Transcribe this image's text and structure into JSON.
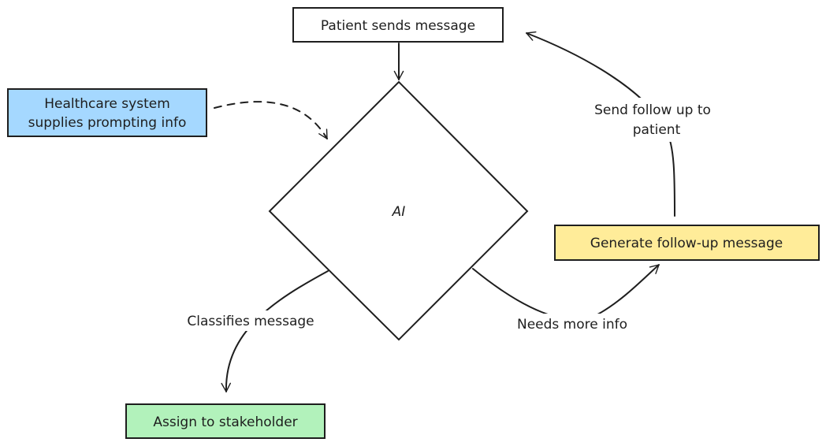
{
  "nodes": {
    "patient_message": {
      "label": "Patient sends message",
      "fill": "#ffffff"
    },
    "healthcare_system": {
      "label_lines": [
        "Healthcare system",
        "supplies prompting info"
      ],
      "fill": "#a5d8ff"
    },
    "ai": {
      "label": "AI",
      "fill": "#ffffff"
    },
    "generate_followup": {
      "label": "Generate follow-up message",
      "fill": "#ffec99"
    },
    "assign_stakeholder": {
      "label": "Assign to stakeholder",
      "fill": "#b2f2bb"
    }
  },
  "edges": {
    "send_followup": {
      "label_lines": [
        "Send follow up to",
        "patient"
      ]
    },
    "classifies": {
      "label": "Classifies message"
    },
    "needs_more_info": {
      "label": "Needs more info"
    }
  },
  "colors": {
    "ink": "#1e1e1e",
    "background": "#ffffff"
  }
}
